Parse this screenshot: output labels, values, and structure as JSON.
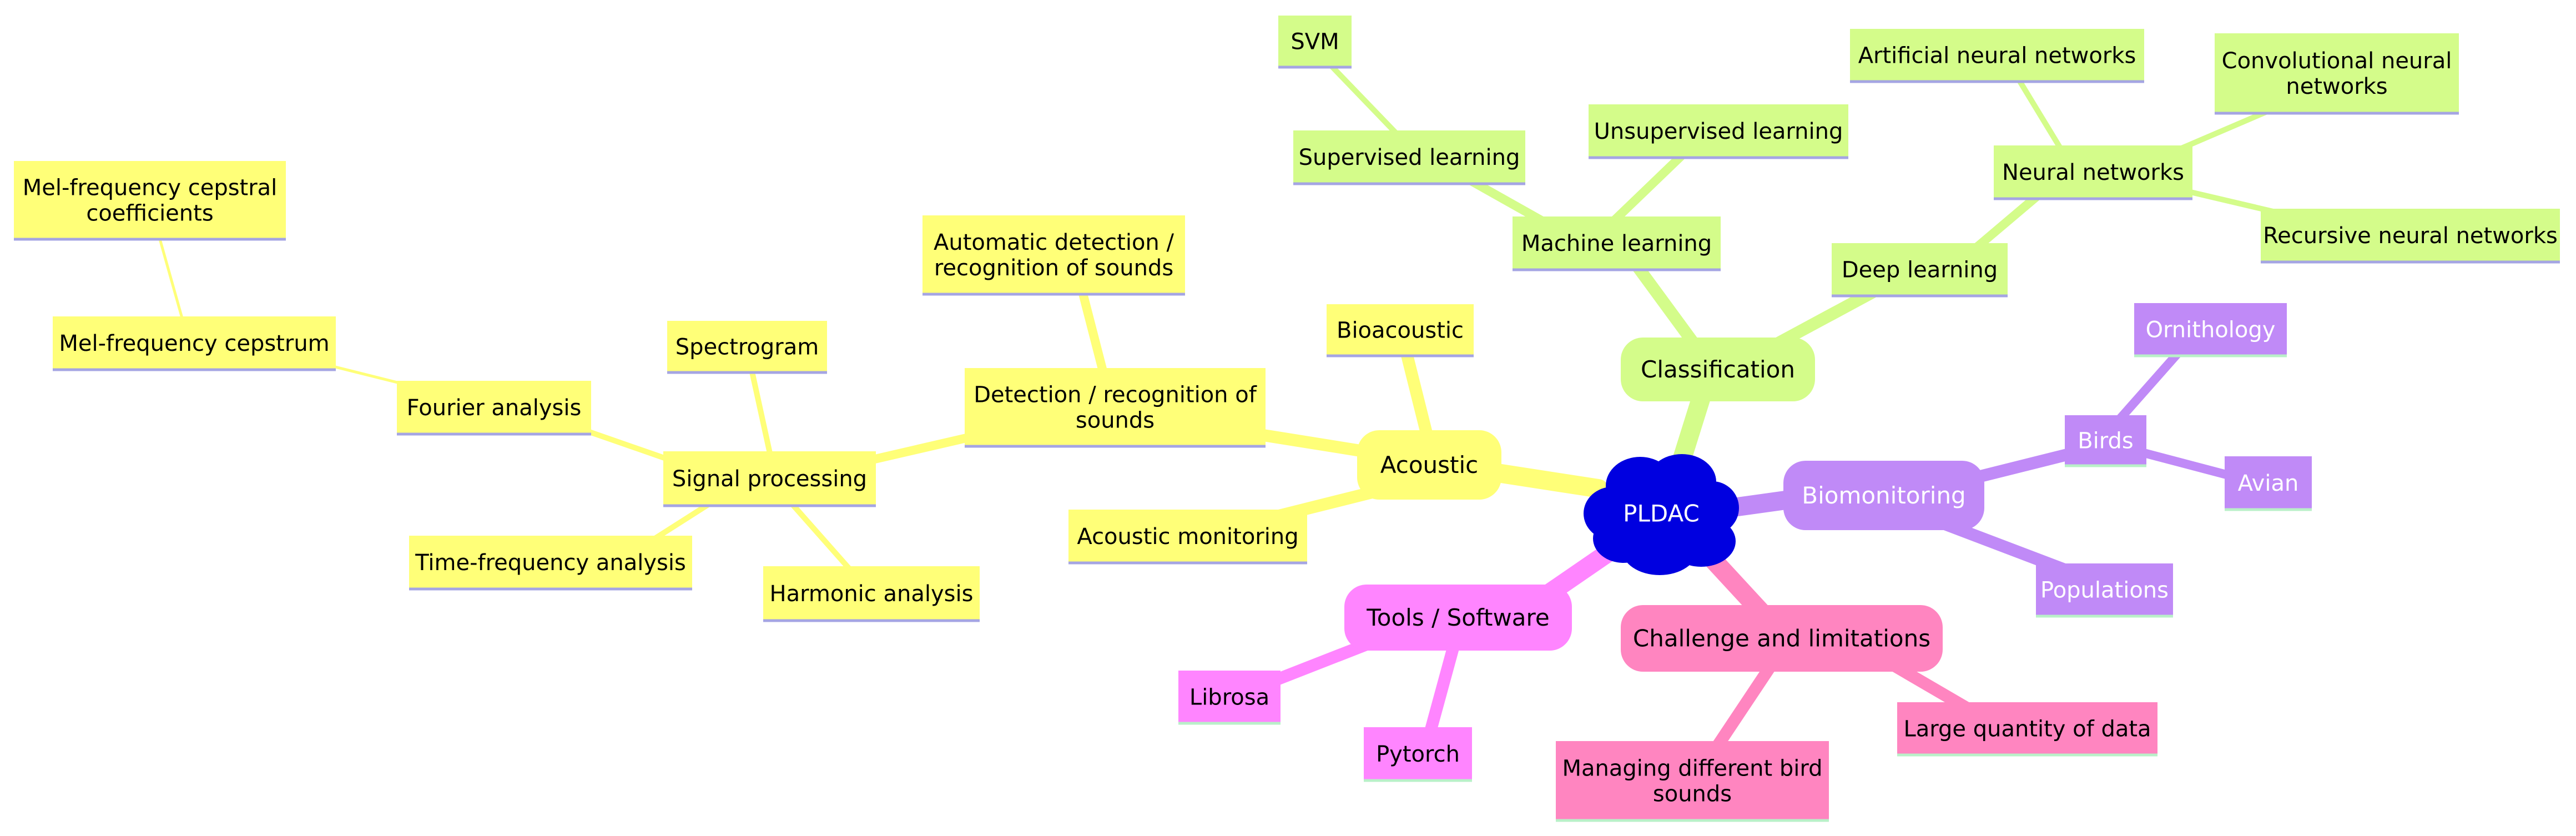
{
  "root": {
    "label": "PLDAC"
  },
  "branches": {
    "acoustic": {
      "label": "Acoustic",
      "color": "#ffff78",
      "children": {
        "bioacoustic": "Bioacoustic",
        "acoustic_monitoring": "Acoustic monitoring",
        "detection": {
          "label": [
            "Detection / recognition of",
            "sounds"
          ],
          "automatic": [
            "Automatic detection /",
            "recognition of sounds"
          ],
          "signal_processing": {
            "label": "Signal processing",
            "spectrogram": "Spectrogram",
            "time_frequency": "Time-frequency analysis",
            "harmonic": "Harmonic analysis",
            "fourier": {
              "label": "Fourier analysis",
              "mel_cepstrum": {
                "label": "Mel-frequency cepstrum",
                "mfcc": [
                  "Mel-frequency cepstral",
                  "coefficients"
                ]
              }
            }
          }
        }
      }
    },
    "classification": {
      "label": "Classification",
      "color": "#d4fc8a",
      "machine_learning": {
        "label": "Machine learning",
        "supervised": {
          "label": "Supervised learning",
          "svm": "SVM"
        },
        "unsupervised": "Unsupervised learning"
      },
      "deep_learning": {
        "label": "Deep learning",
        "neural_networks": {
          "label": "Neural networks",
          "ann": "Artificial neural networks",
          "cnn": [
            "Convolutional neural",
            "networks"
          ],
          "rnn": "Recursive neural networks"
        }
      }
    },
    "biomonitoring": {
      "label": "Biomonitoring",
      "color": "#c08af7",
      "birds": {
        "label": "Birds",
        "ornithology": "Ornithology",
        "avian": "Avian"
      },
      "populations": "Populations"
    },
    "challenges": {
      "label": "Challenge and limitations",
      "color": "#ff85c0",
      "large_data": "Large quantity of data",
      "bird_sounds": [
        "Managing different bird",
        "sounds"
      ]
    },
    "tools": {
      "label": "Tools / Software",
      "color": "#ff85ff",
      "librosa": "Librosa",
      "pytorch": "Pytorch"
    }
  },
  "colors": {
    "root_fill": "#0000e0",
    "root_text": "#ffffff",
    "text_dark": "#000000",
    "text_light": "#ffffff",
    "underline_blue": "#a5a5e3",
    "underline_green": "#b9f0c8"
  }
}
